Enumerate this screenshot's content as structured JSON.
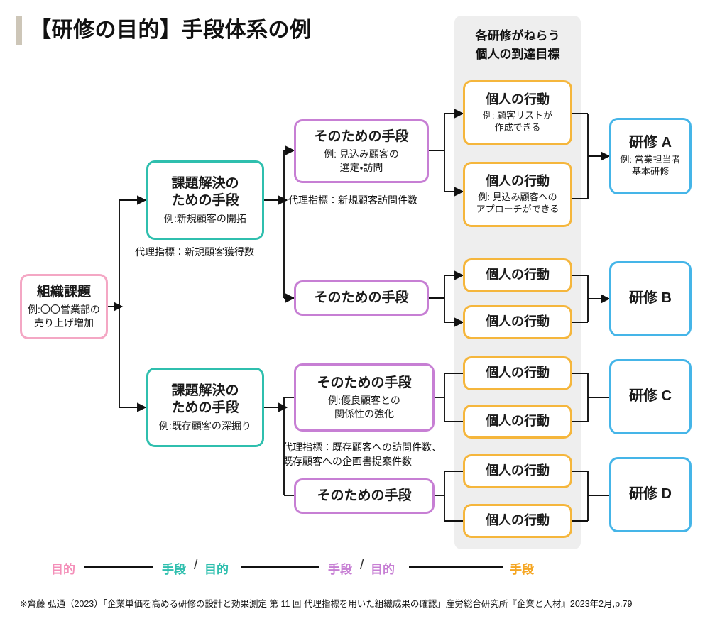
{
  "page": {
    "title": "【研修の目的】手段体系の例",
    "footnote": "※齊藤 弘通（2023）「企業単価を高める研修の設計と効果測定 第 11 回 代理指標を用いた組織成果の確認」産労総合研究所『企業と人材』2023年2月,p.79"
  },
  "goal_panel": {
    "title": "各研修がねらう\n個人の到達目標"
  },
  "colors": {
    "pink": "#f4a7c4",
    "teal": "#2fbfae",
    "purple": "#c77fd4",
    "orange": "#f5b63c",
    "blue": "#45b5e8",
    "panel_gray": "#eeeeee",
    "title_bar": "#cdc6b8",
    "line": "#111111"
  },
  "nodes": {
    "org_issue": {
      "title": "組織課題",
      "sub": "例:〇〇営業部の\n売り上げ増加"
    },
    "solution_1": {
      "title": "課題解決の\nための手段",
      "sub": "例:新規顧客の開拓"
    },
    "solution_2": {
      "title": "課題解決の\nための手段",
      "sub": "例:既存顧客の深掘り"
    },
    "means_1": {
      "title": "そのための手段",
      "sub": "例: 見込み顧客の\n選定・訪問"
    },
    "means_2": {
      "title": "そのための手段",
      "sub": ""
    },
    "means_3": {
      "title": "そのための手段",
      "sub": "例:優良顧客との\n関係性の強化"
    },
    "means_4": {
      "title": "そのための手段",
      "sub": ""
    },
    "behavior_1": {
      "title": "個人の行動",
      "sub": "例: 顧客リストが\n作成できる"
    },
    "behavior_2": {
      "title": "個人の行動",
      "sub": "例: 見込み顧客への\nアプローチができる"
    },
    "behavior_3": {
      "title": "個人の行動",
      "sub": ""
    },
    "behavior_4": {
      "title": "個人の行動",
      "sub": ""
    },
    "behavior_5": {
      "title": "個人の行動",
      "sub": ""
    },
    "behavior_6": {
      "title": "個人の行動",
      "sub": ""
    },
    "behavior_7": {
      "title": "個人の行動",
      "sub": ""
    },
    "behavior_8": {
      "title": "個人の行動",
      "sub": ""
    },
    "training_a": {
      "title": "研修 A",
      "sub": "例: 営業担当者\n基本研修"
    },
    "training_b": {
      "title": "研修 B",
      "sub": ""
    },
    "training_c": {
      "title": "研修 C",
      "sub": ""
    },
    "training_d": {
      "title": "研修 D",
      "sub": ""
    }
  },
  "metrics": {
    "metric_1": "代理指標：新規顧客獲得数",
    "metric_2": "代理指標：新規顧客訪問件数",
    "metric_3": "代理指標：既存顧客への訪問件数、\n既存顧客への企画書提案件数"
  },
  "legend": {
    "items": [
      {
        "label": "目的",
        "color_key": "pink"
      },
      {
        "label": "手段",
        "color_key": "teal"
      },
      {
        "label": "目的",
        "color_key": "teal"
      },
      {
        "label": "手段",
        "color_key": "purple"
      },
      {
        "label": "目的",
        "color_key": "purple"
      },
      {
        "label": "手段",
        "color_key": "orange"
      }
    ],
    "separator": "/"
  }
}
